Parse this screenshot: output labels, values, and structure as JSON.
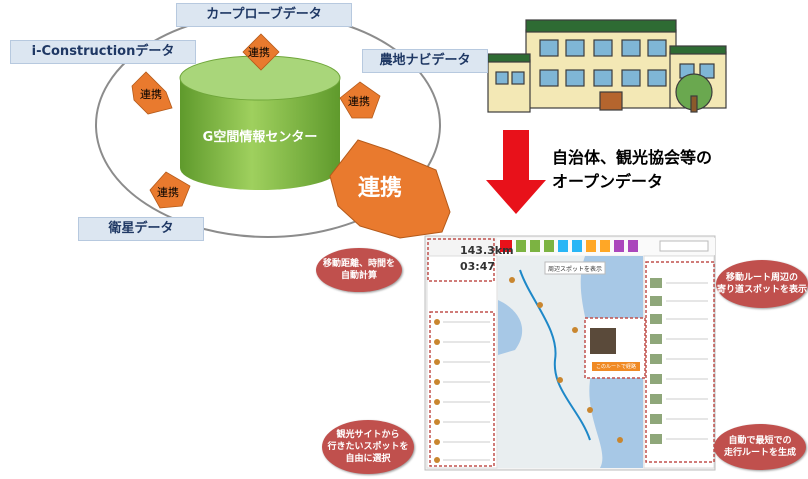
{
  "diagram": {
    "center_label": "G空間情報センター",
    "sources": {
      "probe": "カープローブデータ",
      "iconstruction": "i-Constructionデータ",
      "farm": "農地ナビデータ",
      "satellite": "衛星データ"
    },
    "link_label": "連携",
    "big_link_label": "連携"
  },
  "open_data": {
    "line1": "自治体、観光協会等の",
    "line2": "オープンデータ"
  },
  "callouts": {
    "distance": "移動距離、時間を\n自動計算",
    "spots": "移動ルート周辺の\n寄り道スポットを表示",
    "select": "観光サイトから\n行きたいスポットを\n自由に選択",
    "route": "自動で最短での\n走行ルートを生成"
  },
  "map_app": {
    "distance_value": "143.3km",
    "time_value": "03:47",
    "search_label": "周辺スポットを表示",
    "popup_button": "このルートで経路"
  },
  "colors": {
    "arrow_orange": "#e97a2e",
    "cylinder_green": "#7dbb43",
    "label_bg": "#dce6f1",
    "red_arrow": "#e8111a",
    "callout_red": "#c0504d"
  }
}
